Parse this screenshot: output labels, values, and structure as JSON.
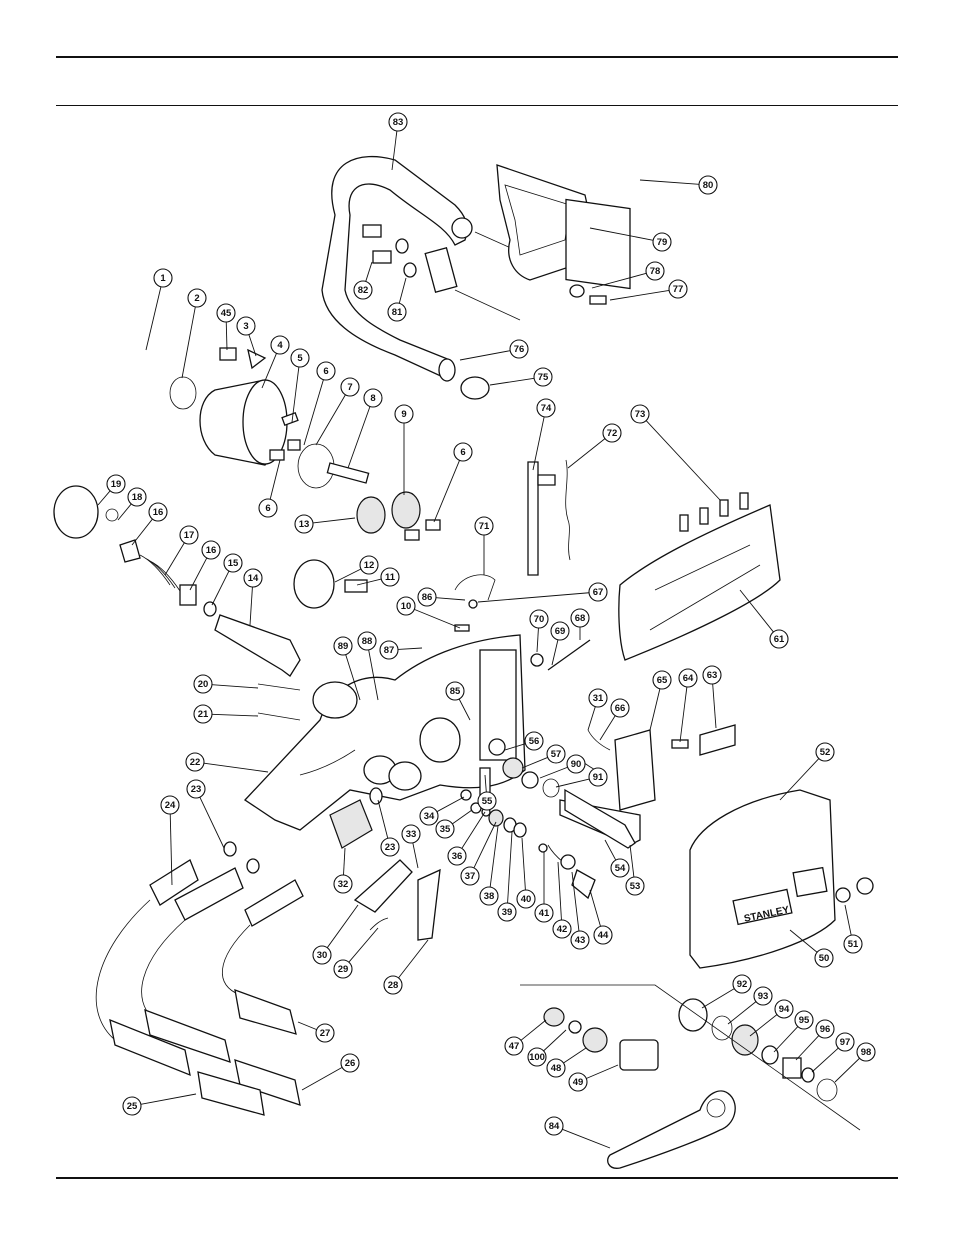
{
  "diagram": {
    "brand_label": "STANLEY",
    "callouts": [
      {
        "id": "83"
      },
      {
        "id": "80"
      },
      {
        "id": "79"
      },
      {
        "id": "78"
      },
      {
        "id": "77"
      },
      {
        "id": "82"
      },
      {
        "id": "81"
      },
      {
        "id": "1"
      },
      {
        "id": "2"
      },
      {
        "id": "45"
      },
      {
        "id": "3"
      },
      {
        "id": "4"
      },
      {
        "id": "5"
      },
      {
        "id": "6"
      },
      {
        "id": "7"
      },
      {
        "id": "8"
      },
      {
        "id": "9"
      },
      {
        "id": "76"
      },
      {
        "id": "75"
      },
      {
        "id": "74"
      },
      {
        "id": "73"
      },
      {
        "id": "72"
      },
      {
        "id": "19"
      },
      {
        "id": "18"
      },
      {
        "id": "16"
      },
      {
        "id": "13"
      },
      {
        "id": "6"
      },
      {
        "id": "6"
      },
      {
        "id": "71"
      },
      {
        "id": "17"
      },
      {
        "id": "16"
      },
      {
        "id": "15"
      },
      {
        "id": "14"
      },
      {
        "id": "12"
      },
      {
        "id": "11"
      },
      {
        "id": "10"
      },
      {
        "id": "86"
      },
      {
        "id": "67"
      },
      {
        "id": "70"
      },
      {
        "id": "69"
      },
      {
        "id": "68"
      },
      {
        "id": "61"
      },
      {
        "id": "89"
      },
      {
        "id": "88"
      },
      {
        "id": "87"
      },
      {
        "id": "20"
      },
      {
        "id": "21"
      },
      {
        "id": "85"
      },
      {
        "id": "31"
      },
      {
        "id": "65"
      },
      {
        "id": "64"
      },
      {
        "id": "63"
      },
      {
        "id": "66"
      },
      {
        "id": "56"
      },
      {
        "id": "57"
      },
      {
        "id": "90"
      },
      {
        "id": "91"
      },
      {
        "id": "52"
      },
      {
        "id": "22"
      },
      {
        "id": "55"
      },
      {
        "id": "24"
      },
      {
        "id": "23"
      },
      {
        "id": "34"
      },
      {
        "id": "35"
      },
      {
        "id": "23"
      },
      {
        "id": "33"
      },
      {
        "id": "36"
      },
      {
        "id": "37"
      },
      {
        "id": "38"
      },
      {
        "id": "39"
      },
      {
        "id": "40"
      },
      {
        "id": "41"
      },
      {
        "id": "42"
      },
      {
        "id": "43"
      },
      {
        "id": "44"
      },
      {
        "id": "54"
      },
      {
        "id": "53"
      },
      {
        "id": "32"
      },
      {
        "id": "30"
      },
      {
        "id": "29"
      },
      {
        "id": "28"
      },
      {
        "id": "51"
      },
      {
        "id": "50"
      },
      {
        "id": "92"
      },
      {
        "id": "93"
      },
      {
        "id": "94"
      },
      {
        "id": "95"
      },
      {
        "id": "96"
      },
      {
        "id": "97"
      },
      {
        "id": "98"
      },
      {
        "id": "27"
      },
      {
        "id": "47"
      },
      {
        "id": "100"
      },
      {
        "id": "48"
      },
      {
        "id": "49"
      },
      {
        "id": "26"
      },
      {
        "id": "25"
      },
      {
        "id": "84"
      }
    ]
  }
}
